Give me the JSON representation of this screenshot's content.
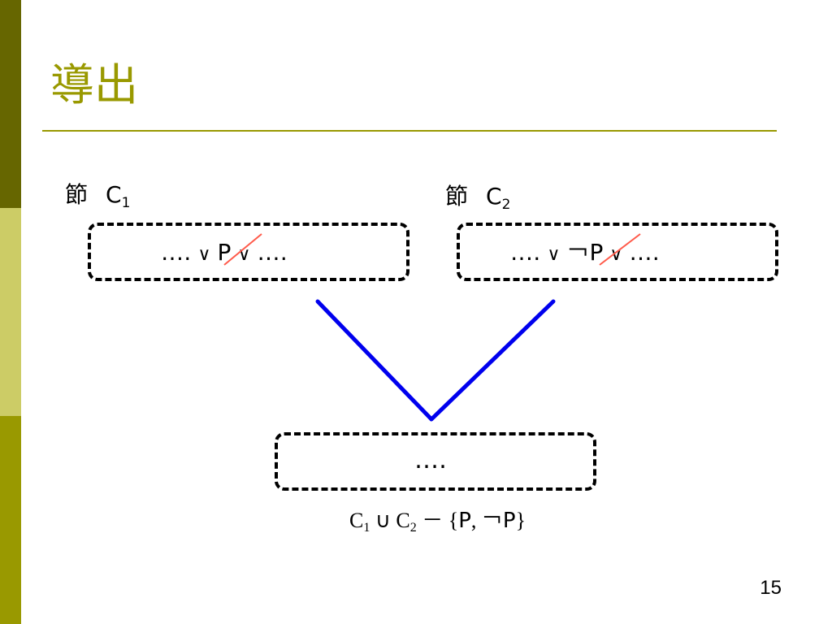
{
  "colors": {
    "sidebar_dark": "#666600",
    "sidebar_light": "#cccc66",
    "sidebar_mid": "#999900",
    "title": "#999900",
    "arrow": "#0000ee",
    "strike": "#ff5a4a"
  },
  "title": "導出",
  "clause1": {
    "label": "節",
    "name": "C",
    "index": "1",
    "expr": {
      "prefix": "‥‥",
      "or1": "∨",
      "literal": "P",
      "or2": "∨",
      "suffix": "‥‥"
    }
  },
  "clause2": {
    "label": "節",
    "name": "C",
    "index": "2",
    "expr": {
      "prefix": "‥‥",
      "or1": "∨",
      "negation": "￢",
      "literal": "P",
      "or2": "∨",
      "suffix": "‥‥"
    }
  },
  "resolvent": {
    "expr": "‥‥"
  },
  "formula": {
    "c1": "C",
    "i1": "1",
    "union": "∪",
    "c2": "C",
    "i2": "2",
    "minus": "－",
    "open": "{",
    "p": "P",
    "comma": ",",
    "notp": "￢P",
    "close": "}"
  },
  "page_number": "15"
}
